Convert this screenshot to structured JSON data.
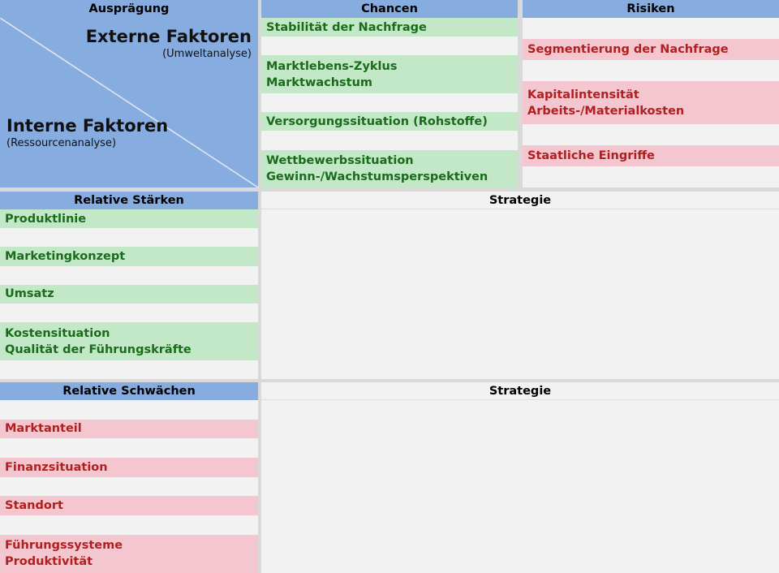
{
  "quadrant": {
    "header": "Ausprägung",
    "external_title": "Externe Faktoren",
    "external_sub": "(Umweltanalyse)",
    "internal_title": "Interne Faktoren",
    "internal_sub": "(Ressourcenanalyse)"
  },
  "chancen": {
    "header": "Chancen",
    "rows": [
      {
        "type": "green",
        "lines": [
          "Stabilität der Nachfrage"
        ]
      },
      {
        "type": "blank",
        "lines": []
      },
      {
        "type": "green",
        "lines": [
          "Marktlebens-Zyklus",
          "Marktwachstum"
        ]
      },
      {
        "type": "blank",
        "lines": []
      },
      {
        "type": "green",
        "lines": [
          "Versorgungssituation (Rohstoffe)"
        ]
      },
      {
        "type": "blank",
        "lines": []
      },
      {
        "type": "green",
        "lines": [
          "Wettbewerbssituation",
          "Gewinn-/Wachstumsperspektiven"
        ]
      }
    ]
  },
  "risiken": {
    "header": "Risiken",
    "rows": [
      {
        "type": "blank",
        "lines": []
      },
      {
        "type": "pink",
        "lines": [
          "Segmentierung der Nachfrage"
        ]
      },
      {
        "type": "blank",
        "lines": []
      },
      {
        "type": "pink",
        "lines": [
          "Kapitalintensität",
          "Arbeits-/Materialkosten"
        ]
      },
      {
        "type": "blank",
        "lines": []
      },
      {
        "type": "pink",
        "lines": [
          "Staatliche Eingriffe"
        ]
      },
      {
        "type": "blank",
        "lines": []
      }
    ]
  },
  "staerken": {
    "header": "Relative Stärken",
    "rows": [
      {
        "type": "green",
        "lines": [
          "Produktlinie"
        ]
      },
      {
        "type": "blank",
        "lines": []
      },
      {
        "type": "green",
        "lines": [
          "Marketingkonzept"
        ]
      },
      {
        "type": "blank",
        "lines": []
      },
      {
        "type": "green",
        "lines": [
          "Umsatz"
        ]
      },
      {
        "type": "blank",
        "lines": []
      },
      {
        "type": "green",
        "lines": [
          "Kostensituation",
          "Qualität der Führungskräfte"
        ]
      },
      {
        "type": "blank",
        "lines": []
      }
    ]
  },
  "schwaechen": {
    "header": "Relative Schwächen",
    "rows": [
      {
        "type": "blank",
        "lines": []
      },
      {
        "type": "pink",
        "lines": [
          "Marktanteil"
        ]
      },
      {
        "type": "blank",
        "lines": []
      },
      {
        "type": "pink",
        "lines": [
          "Finanzsituation"
        ]
      },
      {
        "type": "blank",
        "lines": []
      },
      {
        "type": "pink",
        "lines": [
          "Standort"
        ]
      },
      {
        "type": "blank",
        "lines": []
      },
      {
        "type": "pink",
        "lines": [
          "Führungssysteme",
          "Produktivität"
        ]
      }
    ]
  },
  "strategie_top": {
    "header": "Strategie"
  },
  "strategie_bottom": {
    "header": "Strategie"
  },
  "colors": {
    "header_blue": "#86ace0",
    "positive_fill": "#c2e8c8",
    "positive_text": "#1a6b1a",
    "negative_fill": "#f4c6d0",
    "negative_text": "#b02020",
    "panel_bg": "#f2f2f2",
    "page_bg": "#d9d9d9"
  }
}
